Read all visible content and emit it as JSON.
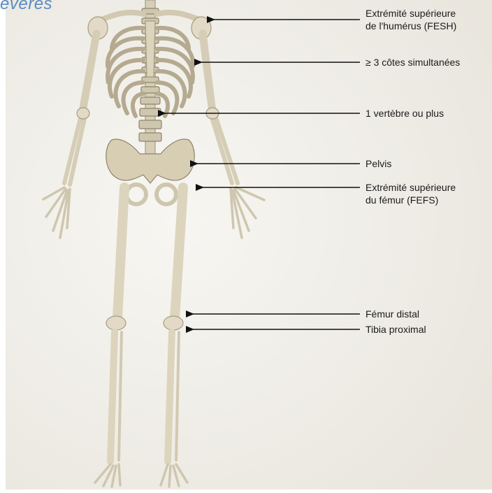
{
  "heading_fragment": "évères",
  "colors": {
    "bone": "#e2dac6",
    "bone_shadow": "#b8ad94",
    "background": "#f3f1ec",
    "arrow": "#111111",
    "heading": "#5a8bc4"
  },
  "labels": [
    {
      "id": "humerus",
      "lines": [
        "Extrémité supérieure",
        "de l'humérus (FESH)"
      ]
    },
    {
      "id": "ribs",
      "lines": [
        "≥ 3 côtes simultanées"
      ]
    },
    {
      "id": "vertebra",
      "lines": [
        "1 vertèbre ou plus"
      ]
    },
    {
      "id": "pelvis",
      "lines": [
        "Pelvis"
      ]
    },
    {
      "id": "femur-proximal",
      "lines": [
        "Extrémité supérieure",
        "du fémur (FEFS)"
      ]
    },
    {
      "id": "femur-distal",
      "lines": [
        "Fémur distal"
      ]
    },
    {
      "id": "tibia",
      "lines": [
        "Tibia proximal"
      ]
    }
  ]
}
